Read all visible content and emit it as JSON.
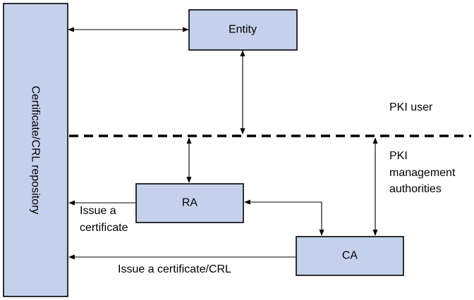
{
  "diagram": {
    "repository_label": "Certificate/CRL repository",
    "entity_label": "Entity",
    "ra_label": "RA",
    "ca_label": "CA",
    "pki_user_label": "PKI user",
    "pki_mgmt_line1": "PKI",
    "pki_mgmt_line2": "management",
    "pki_mgmt_line3": "authorities",
    "ra_issue_line1": "Issue a",
    "ra_issue_line2": "certificate",
    "ca_issue_label": "Issue a certificate/CRL"
  },
  "colors": {
    "box_fill": "#c5d1ec",
    "stroke": "#000000",
    "background": "#ffffff"
  }
}
